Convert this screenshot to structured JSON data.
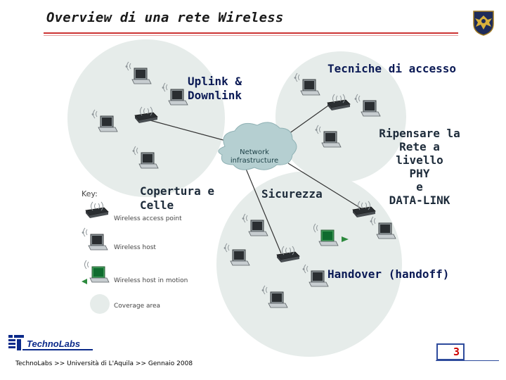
{
  "slide": {
    "title": "Overview di una rete Wireless",
    "page_number": "3",
    "footer": "TechnoLabs  >> Università di L'Aquila >> Gennaio 2008",
    "logo_text": "TechnoLabs"
  },
  "diagram": {
    "cloud_label_1": "Network",
    "cloud_label_2": "infrastructure",
    "key_title": "Key:",
    "key_items": [
      "Wireless access point",
      "Wireless host",
      "Wireless host in motion",
      "Coverage area"
    ]
  },
  "annotations": {
    "uplink_1": "Uplink &",
    "uplink_2": "Downlink",
    "tecniche": "Tecniche di accesso",
    "ripensare_1": "Ripensare la",
    "ripensare_2": "Rete a livello",
    "ripensare_3": "PHY",
    "ripensare_4": "e",
    "ripensare_5": "DATA-LINK",
    "copertura_1": "Copertura e",
    "copertura_2": "Celle",
    "sicurezza": "Sicurezza",
    "handover": "Handover (handoff)"
  },
  "colors": {
    "label_text": "#0b1a55",
    "page_number": "#cc0000",
    "coverage_area": "#e6ecea",
    "cloud": "#b5cfd1"
  }
}
